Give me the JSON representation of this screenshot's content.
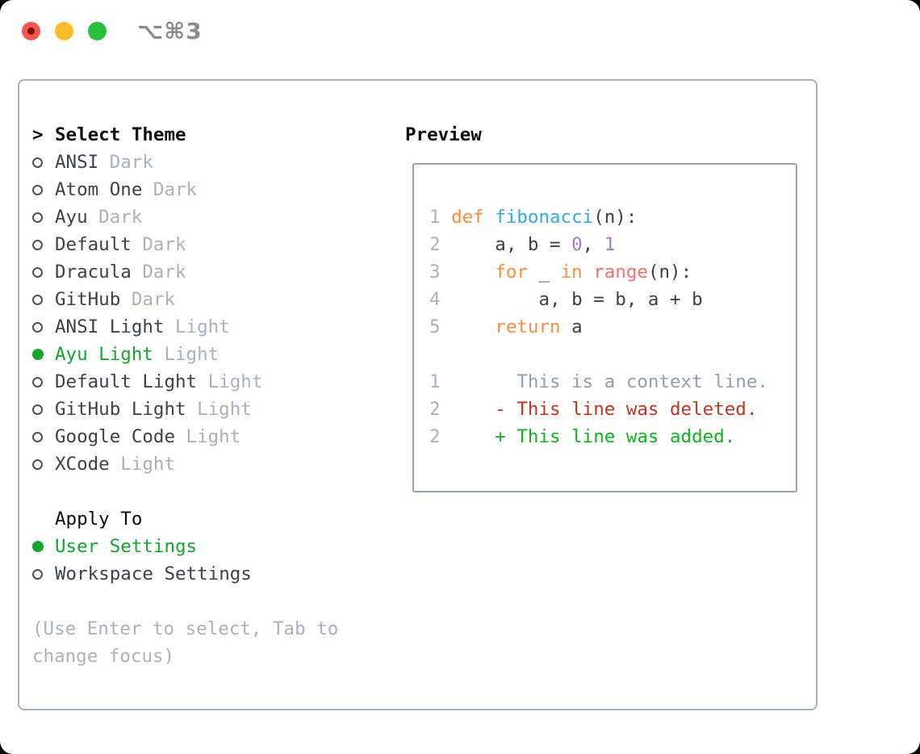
{
  "window": {
    "title": "⌥⌘3",
    "traffic_lights": [
      "close",
      "minimize",
      "zoom"
    ]
  },
  "theme_list": {
    "prompt": ">",
    "header": "Select Theme",
    "items": [
      {
        "name": "ANSI",
        "variant": "Dark",
        "selected": false
      },
      {
        "name": "Atom One",
        "variant": "Dark",
        "selected": false
      },
      {
        "name": "Ayu",
        "variant": "Dark",
        "selected": false
      },
      {
        "name": "Default",
        "variant": "Dark",
        "selected": false
      },
      {
        "name": "Dracula",
        "variant": "Dark",
        "selected": false
      },
      {
        "name": "GitHub",
        "variant": "Dark",
        "selected": false
      },
      {
        "name": "ANSI Light",
        "variant": "Light",
        "selected": false
      },
      {
        "name": "Ayu Light",
        "variant": "Light",
        "selected": true
      },
      {
        "name": "Default Light",
        "variant": "Light",
        "selected": false
      },
      {
        "name": "GitHub Light",
        "variant": "Light",
        "selected": false
      },
      {
        "name": "Google Code",
        "variant": "Light",
        "selected": false
      },
      {
        "name": "XCode",
        "variant": "Light",
        "selected": false
      }
    ]
  },
  "apply_to": {
    "header": "Apply To",
    "options": [
      {
        "label": "User Settings",
        "selected": true
      },
      {
        "label": "Workspace Settings",
        "selected": false
      }
    ]
  },
  "help_text": "(Use Enter to select, Tab to change focus)",
  "preview": {
    "title": "Preview",
    "lines": [
      {
        "tokens": [
          {
            "c": "lineno",
            "t": "1"
          },
          {
            "c": "plain",
            "t": " "
          },
          {
            "c": "keyword",
            "t": "def"
          },
          {
            "c": "plain",
            "t": " "
          },
          {
            "c": "function",
            "t": "fibonacci"
          },
          {
            "c": "plain",
            "t": "(n):"
          }
        ]
      },
      {
        "tokens": [
          {
            "c": "lineno",
            "t": "2"
          },
          {
            "c": "plain",
            "t": "     a, b = "
          },
          {
            "c": "number",
            "t": "0"
          },
          {
            "c": "plain",
            "t": ", "
          },
          {
            "c": "number",
            "t": "1"
          }
        ]
      },
      {
        "tokens": [
          {
            "c": "lineno",
            "t": "3"
          },
          {
            "c": "plain",
            "t": "     "
          },
          {
            "c": "keyword",
            "t": "for"
          },
          {
            "c": "plain",
            "t": " _ "
          },
          {
            "c": "keyword",
            "t": "in"
          },
          {
            "c": "plain",
            "t": " "
          },
          {
            "c": "builtin",
            "t": "range"
          },
          {
            "c": "plain",
            "t": "(n):"
          }
        ]
      },
      {
        "tokens": [
          {
            "c": "lineno",
            "t": "4"
          },
          {
            "c": "plain",
            "t": "         a, b = b, a + b"
          }
        ]
      },
      {
        "tokens": [
          {
            "c": "lineno",
            "t": "5"
          },
          {
            "c": "plain",
            "t": "     "
          },
          {
            "c": "keyword",
            "t": "return"
          },
          {
            "c": "plain",
            "t": " a"
          }
        ]
      },
      {
        "tokens": []
      },
      {
        "tokens": [
          {
            "c": "lineno",
            "t": "1"
          },
          {
            "c": "context",
            "t": "       This is a context line."
          }
        ]
      },
      {
        "tokens": [
          {
            "c": "lineno",
            "t": "2"
          },
          {
            "c": "deleted",
            "t": "     - This line was deleted."
          }
        ]
      },
      {
        "tokens": [
          {
            "c": "lineno",
            "t": "2"
          },
          {
            "c": "added",
            "t": "     + This line was added."
          }
        ]
      }
    ]
  },
  "colors": {
    "accent_green": "#17a42f",
    "text_black": "#0d0d0d",
    "text_dark": "#3c414a",
    "text_muted": "#a9b1bd",
    "syntax_keyword": "#fa8d3e",
    "syntax_function": "#36a6ea",
    "syntax_number": "#a37acc",
    "syntax_builtin": "#f07171",
    "diff_context": "#939dab",
    "diff_deleted": "#c2341f",
    "diff_added": "#0eb51f",
    "traffic_red": "#f4564e",
    "traffic_yellow": "#fcbb2d",
    "traffic_green": "#2ac03e",
    "panel_border": "#aab1bc",
    "preview_border": "#99a2ae",
    "titlebar_text": "#8a8a8e"
  }
}
